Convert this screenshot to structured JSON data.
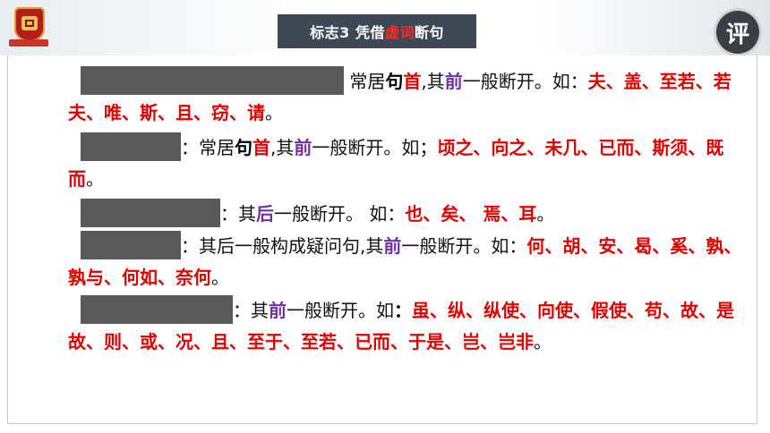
{
  "header": {
    "title_prefix": "标志3 凭借",
    "title_highlight": "虚词",
    "title_suffix": "断句",
    "badge": "评"
  },
  "paragraphs": [
    {
      "t1": " 常居",
      "k1": "句",
      "k2": "首",
      "t2": ",其",
      "k3": "前",
      "t3": "一般断开。如：",
      "examples": "夫、盖、至若、若夫、唯、斯、且、窃、请",
      "end": "。"
    },
    {
      "t1": "：常居",
      "k1": "句",
      "k2": "首",
      "t2": ",其",
      "k3": "前",
      "t3": "一般断开。如；",
      "examples": "顷之、向之、未几、已而、斯须、既而",
      "end": "。"
    },
    {
      "t1": "：其",
      "k1": "后",
      "t3": "一般断开。 如：",
      "examples": "也、矣、 焉、耳",
      "end": "。"
    },
    {
      "t1": "：其后一般构成疑问句,其",
      "k1": "前",
      "t3": "一般断开。如：",
      "examples": "何、胡、安、曷、奚、孰、孰与、何如、奈何",
      "end": "。"
    },
    {
      "t1": "：其",
      "k1": "前",
      "t3": "一般断开。如",
      "colon": "：",
      "examples": "虽、纵、纵使、向使、假使、苟、故、是故、则、或、况、且、至于、至若、已而、于是、岂、岂非",
      "end": "。"
    }
  ]
}
